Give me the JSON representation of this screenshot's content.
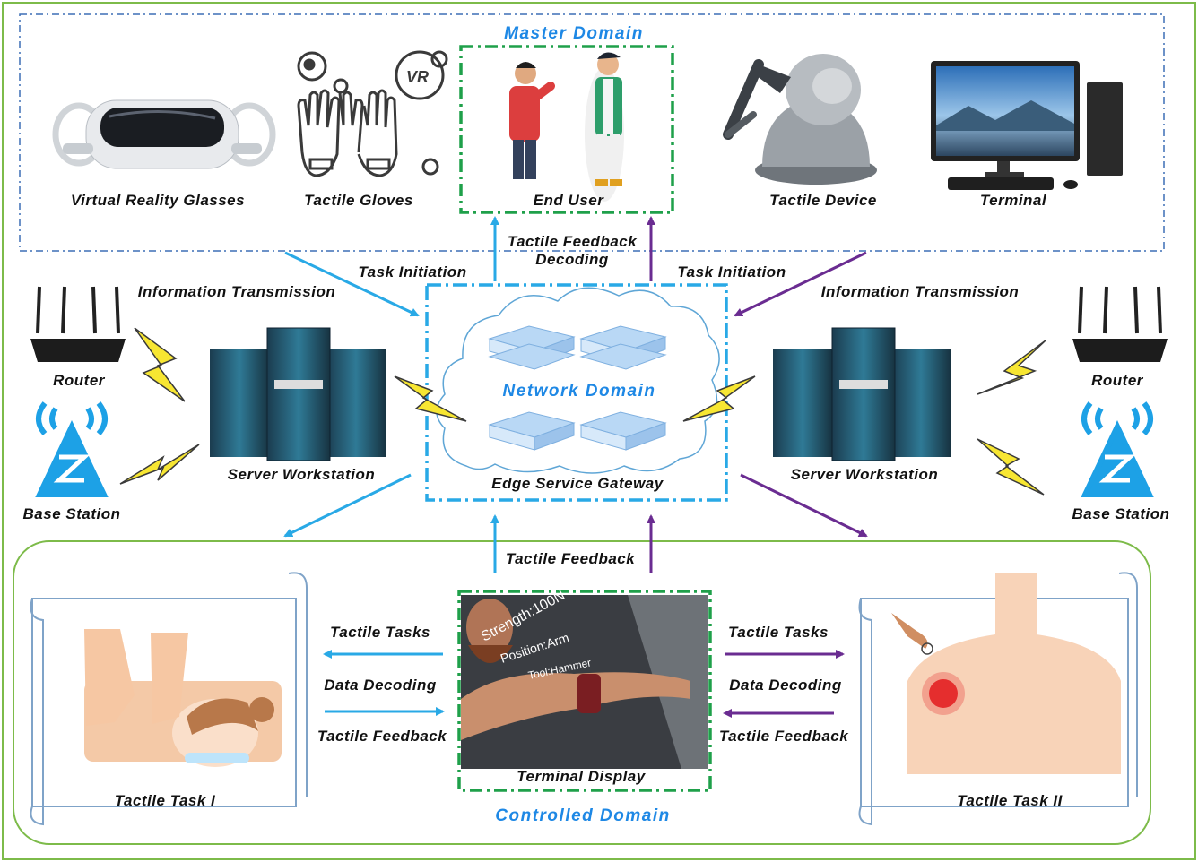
{
  "colors": {
    "blue": "#29a9e6",
    "purple": "#6a2c91",
    "green": "#1fa04a",
    "domain_text": "#1e88e5",
    "frame": "#7dbb4a",
    "bolt": "#f7e632"
  },
  "domains": {
    "master": "Master Domain",
    "network": "Network Domain",
    "controlled": "Controlled Domain"
  },
  "master_devices": {
    "vr": "Virtual Reality Glasses",
    "gloves": "Tactile Gloves",
    "end_user": "End User",
    "tactile_device": "Tactile Device",
    "terminal": "Terminal"
  },
  "network": {
    "gateway": "Edge Service Gateway"
  },
  "side_left": {
    "router": "Router",
    "server": "Server Workstation",
    "base_station": "Base Station"
  },
  "side_right": {
    "router": "Router",
    "server": "Server Workstation",
    "base_station": "Base Station"
  },
  "arrows_top": {
    "tf_decoding_1": "Tactile Feedback",
    "tf_decoding_2": "Decoding",
    "task_init_left": "Task Initiation",
    "task_init_right": "Task Initiation",
    "info_left": "Information Transmission",
    "info_right": "Information Transmission"
  },
  "arrows_bottom": {
    "tactile_feedback": "Tactile  Feedback"
  },
  "controlled": {
    "left_tasks": "Tactile Tasks",
    "left_decoding": "Data Decoding",
    "left_feedback": "Tactile Feedback",
    "right_tasks": "Tactile Tasks",
    "right_decoding": "Data Decoding",
    "right_feedback": "Tactile Feedback",
    "terminal_display": "Terminal Display",
    "task1": "Tactile Task I",
    "task2": "Tactile Task II",
    "screen_lines": [
      "Strength:100N",
      "Position:Arm",
      "Tool:Hammer"
    ]
  }
}
